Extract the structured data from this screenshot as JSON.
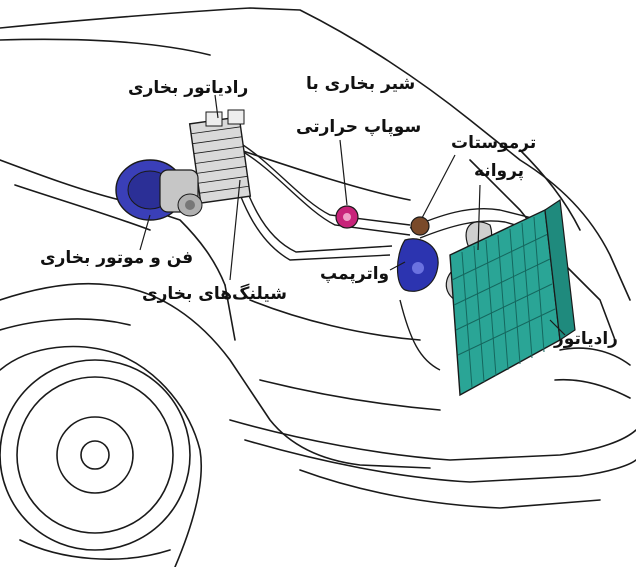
{
  "labels": {
    "heater_radiator": "رادیاتور بخاری",
    "heater_valve_line1": "شیر بخاری با",
    "heater_valve_line2": "سوپاپ حرارتی",
    "thermostat": "ترموستات",
    "fan": "پروانه",
    "fan_motor_line1": "فن و موتور بخاری",
    "heater_hoses": "شیلنگ‌های بخاری",
    "water_pump": "واترپمپ",
    "radiator": "رادیاتور"
  },
  "colors": {
    "line_art": "#1a1a1a",
    "heater_motor": "#3a3fb8",
    "heater_valve": "#c8237a",
    "thermostat": "#7a4a2a",
    "water_pump": "#2c34b0",
    "radiator": "#2aa596",
    "heater_core": "#d9d9d9"
  }
}
